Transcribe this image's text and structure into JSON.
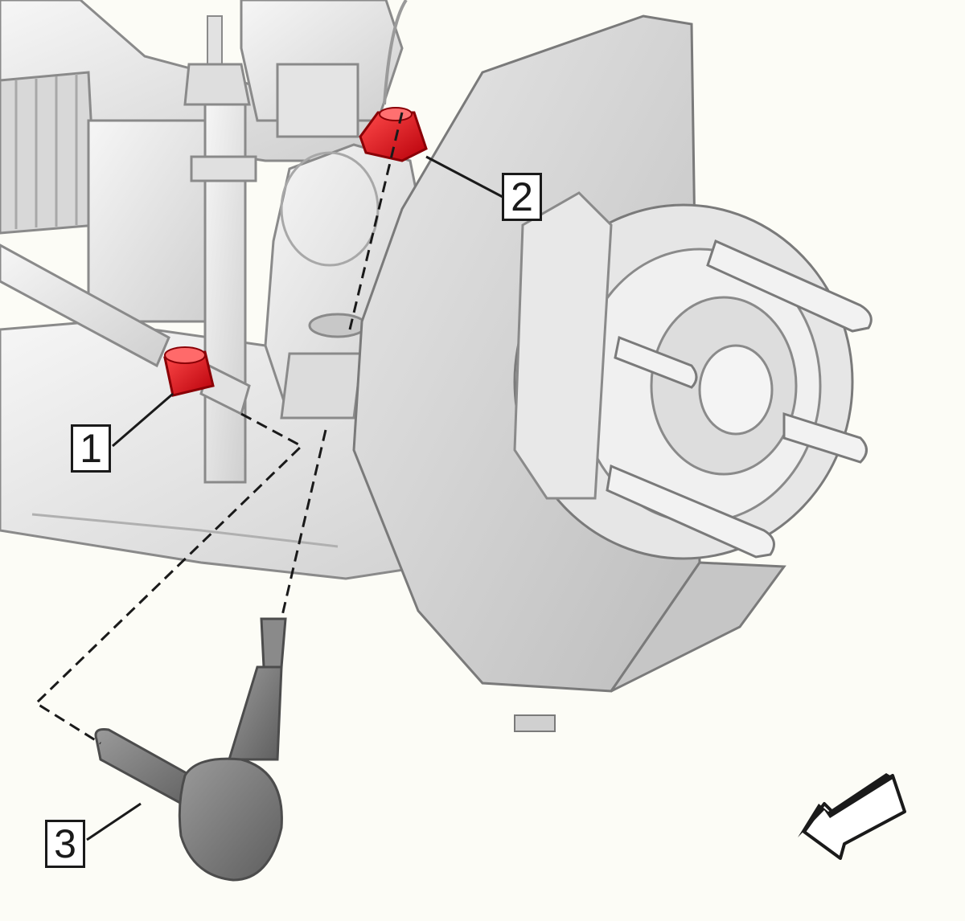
{
  "colors": {
    "background": "#fcfcf6",
    "part_light": "#ececec",
    "part_mid": "#d2d2d2",
    "part_shade": "#b4b4b4",
    "outline": "#7a7a7a",
    "highlight_red": "#e0141e",
    "tie_rod_end": "#8a8a8a",
    "leader_line": "#1a1a1a"
  },
  "callouts": [
    {
      "id": "1",
      "label": "1"
    },
    {
      "id": "2",
      "label": "2"
    },
    {
      "id": "3",
      "label": "3"
    }
  ],
  "icons": {
    "direction_arrow": "forward-arrow-icon"
  }
}
